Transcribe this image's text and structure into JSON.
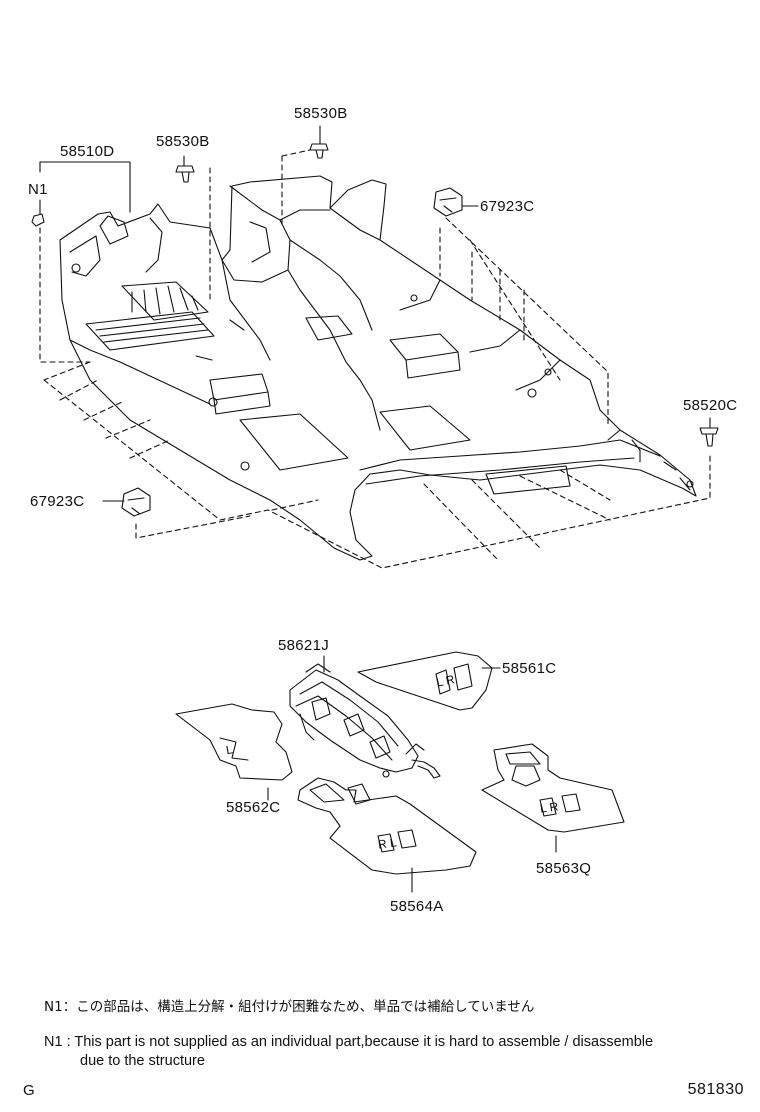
{
  "diagram": {
    "part_labels": {
      "carpet_main": "58510D",
      "clip_left": "58530B",
      "clip_center": "58530B",
      "note_marker": "N1",
      "retainer_right": "67923C",
      "retainer_left": "67923C",
      "clip_right": "58520C",
      "console_bracket": "58621J",
      "mat_rear_right": "58561C",
      "mat_rear_left": "58562C",
      "mat_front_right": "58563Q",
      "mat_front_left": "58564A"
    },
    "mat_markings": {
      "rear_right": "L  R",
      "rear_left": "L",
      "front_right": "L  R",
      "front_left": "R  L"
    }
  },
  "notes": {
    "jp": "N1：この部品は、構造上分解・組付けが困難なため、単品では補給していません",
    "en_line1": "N1 :  This part is not supplied as an individual part,because it is hard to assemble / disassemble",
    "en_line2": "due to the structure"
  },
  "footer": {
    "corner_mark": "G",
    "diagram_number": "581830"
  }
}
